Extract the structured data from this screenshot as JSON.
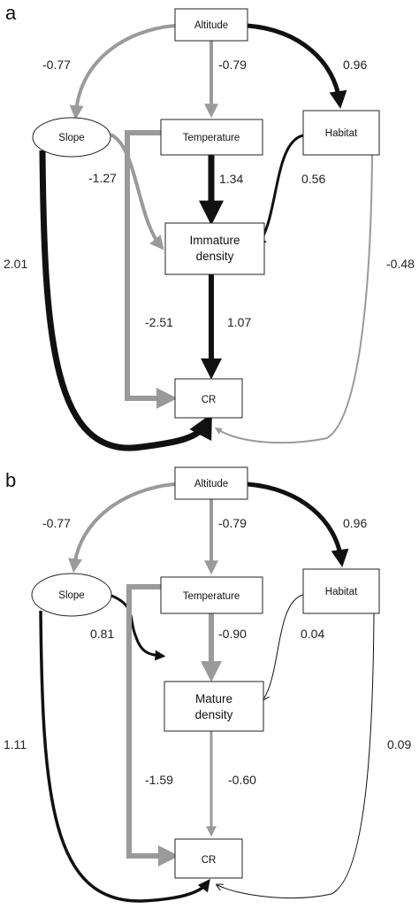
{
  "panels": [
    {
      "letter": "a",
      "nodes": {
        "altitude": "Altitude",
        "slope": "Slope",
        "temperature": "Temperature",
        "habitat": "Habitat",
        "density_line1": "Immature",
        "density_line2": "density",
        "cr": "CR"
      },
      "coefficients": {
        "alt_slope": "-0.77",
        "alt_temp": "-0.79",
        "alt_habitat": "0.96",
        "slope_density": "-1.27",
        "temp_density": "1.34",
        "habitat_density": "0.56",
        "slope_cr": "2.01",
        "habitat_cr": "-0.48",
        "temp_cr": "-2.51",
        "density_cr": "1.07"
      }
    },
    {
      "letter": "b",
      "nodes": {
        "altitude": "Altitude",
        "slope": "Slope",
        "temperature": "Temperature",
        "habitat": "Habitat",
        "density_line1": "Mature",
        "density_line2": "density",
        "cr": "CR"
      },
      "coefficients": {
        "alt_slope": "-0.77",
        "alt_temp": "-0.79",
        "alt_habitat": "0.96",
        "slope_density": "0.81",
        "temp_density": "-0.90",
        "habitat_density": "0.04",
        "slope_cr": "1.11",
        "habitat_cr": "0.09",
        "temp_cr": "-1.59",
        "density_cr": "-0.60"
      }
    }
  ],
  "colors": {
    "positive": "#111111",
    "negative": "#9a9a9a"
  }
}
